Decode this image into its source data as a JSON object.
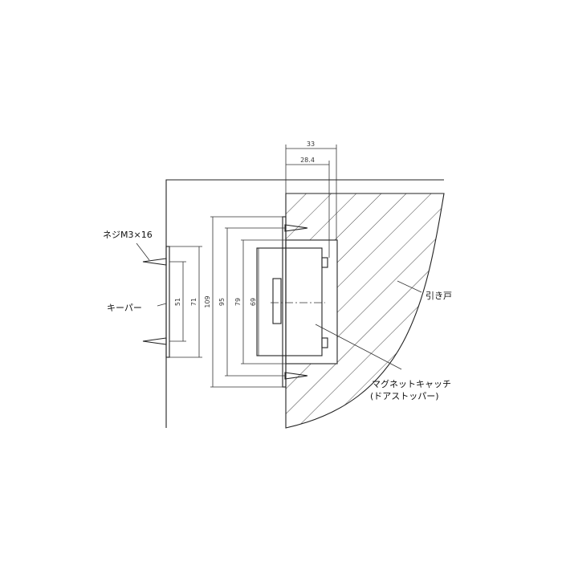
{
  "labels": {
    "screw": "ネジM3×16",
    "keeper": "キーパー",
    "sliding_door": "引き戸",
    "magnet_catch": "マグネットキャッチ",
    "door_stopper": "(ドアストッパー)"
  },
  "dimensions": {
    "width_33": "33",
    "width_28_4": "28.4",
    "d51": "51",
    "d71": "71",
    "d109": "109",
    "d95": "95",
    "d79": "79",
    "d69": "69"
  }
}
